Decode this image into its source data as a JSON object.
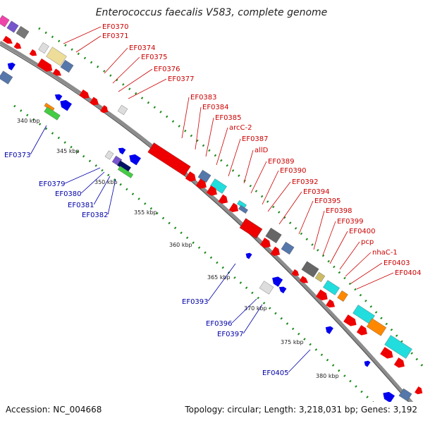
{
  "title": "Enterococcus faecalis V583, complete genome",
  "footer": {
    "accession": "Accession: NC_004668",
    "topology": "Topology: circular; Length: 3,218,031 bp; Genes: 3,192"
  },
  "colors": {
    "backbone": "#8c8c8c",
    "gc_dots": "#1a8a1a",
    "forward_gene": "#ee0000",
    "reverse_gene": "#0000ee",
    "label_forward": "#cc0000",
    "label_reverse": "#0000aa"
  },
  "kbp_ticks": [
    "340 kbp",
    "345 kbp",
    "350 kbp",
    "355 kbp",
    "360 kbp",
    "365 kbp",
    "370 kbp",
    "375 kbp",
    "380 kbp"
  ],
  "forward_labels": [
    "EF0370",
    "EF0371",
    "EF0374",
    "EF0375",
    "EF0376",
    "EF0377",
    "EF0383",
    "EF0384",
    "EF0385",
    "arcC-2",
    "EF0387",
    "allD",
    "EF0389",
    "EF0390",
    "EF0392",
    "EF0394",
    "EF0395",
    "EF0398",
    "EF0399",
    "EF0400",
    "pcp",
    "nhaC-1",
    "EF0403",
    "EF0404"
  ],
  "reverse_labels": [
    "EF0373",
    "EF0379",
    "EF0380",
    "EF0381",
    "EF0382",
    "EF0393",
    "EF0396",
    "EF0397",
    "EF0405"
  ]
}
